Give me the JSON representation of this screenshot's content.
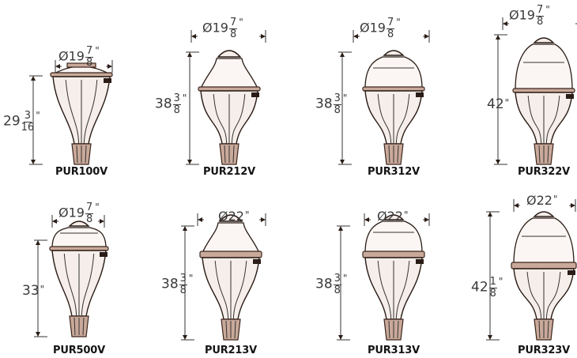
{
  "fixtures": [
    {
      "id": "PUR100V",
      "model": "PUR100V",
      "diameter": {
        "prefix": "Ø19",
        "num": "7",
        "den": "8",
        "unit": "\""
      },
      "height": {
        "whole": "29",
        "num": "3",
        "den": "16",
        "unit": "\""
      },
      "style": "flat"
    },
    {
      "id": "PUR212V",
      "model": "PUR212V",
      "diameter": {
        "prefix": "Ø19",
        "num": "7",
        "den": "8",
        "unit": "\""
      },
      "height": {
        "whole": "38",
        "num": "3",
        "den": "8",
        "unit": "\""
      },
      "style": "pagoda"
    },
    {
      "id": "PUR312V",
      "model": "PUR312V",
      "diameter": {
        "prefix": "Ø19",
        "num": "7",
        "den": "8",
        "unit": "\""
      },
      "height": {
        "whole": "38",
        "num": "3",
        "den": "8",
        "unit": "\""
      },
      "style": "dome"
    },
    {
      "id": "PUR322V",
      "model": "PUR322V",
      "diameter": {
        "prefix": "Ø19",
        "num": "7",
        "den": "8",
        "unit": "\""
      },
      "height": {
        "whole": "42",
        "num": "",
        "den": "",
        "unit": "\""
      },
      "style": "tall"
    },
    {
      "id": "PUR500V",
      "model": "PUR500V",
      "diameter": {
        "prefix": "Ø19",
        "num": "7",
        "den": "8",
        "unit": "\""
      },
      "height": {
        "whole": "33",
        "num": "",
        "den": "",
        "unit": "\""
      },
      "style": "low"
    },
    {
      "id": "PUR213V",
      "model": "PUR213V",
      "diameter": {
        "prefix": "Ø22",
        "num": "",
        "den": "",
        "unit": "\""
      },
      "height": {
        "whole": "38",
        "num": "3",
        "den": "8",
        "unit": "\""
      },
      "style": "pagoda-band"
    },
    {
      "id": "PUR313V",
      "model": "PUR313V",
      "diameter": {
        "prefix": "Ø22",
        "num": "",
        "den": "",
        "unit": "\""
      },
      "height": {
        "whole": "38",
        "num": "3",
        "den": "8",
        "unit": "\""
      },
      "style": "dome-band"
    },
    {
      "id": "PUR323V",
      "model": "PUR323V",
      "diameter": {
        "prefix": "Ø22",
        "num": "",
        "den": "",
        "unit": "\""
      },
      "height": {
        "whole": "42",
        "num": "1",
        "den": "8",
        "unit": "\""
      },
      "style": "tall-band"
    }
  ],
  "colors": {
    "outline": "#2a1c16",
    "dimension": "#333333",
    "fill": "#f6eeea"
  }
}
